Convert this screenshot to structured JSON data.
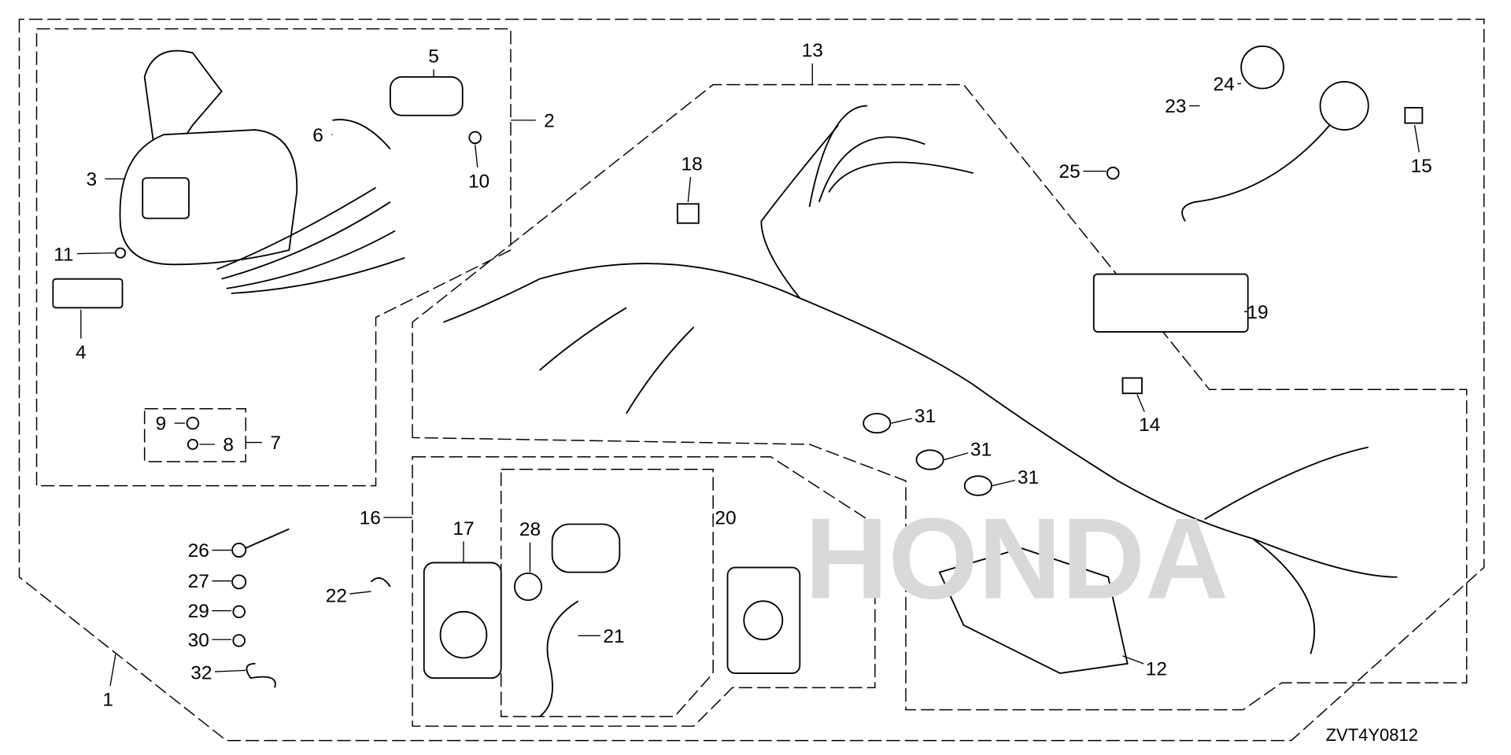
{
  "diagram": {
    "callouts": [
      "1",
      "2",
      "3",
      "4",
      "5",
      "6",
      "7",
      "8",
      "9",
      "10",
      "11",
      "12",
      "13",
      "14",
      "15",
      "16",
      "17",
      "18",
      "19",
      "20",
      "21",
      "22",
      "23",
      "24",
      "25",
      "26",
      "27",
      "28",
      "29",
      "30",
      "31",
      "31",
      "31",
      "32"
    ],
    "drawing_code": "ZVT4Y0812",
    "watermark_text": "HONDA"
  }
}
